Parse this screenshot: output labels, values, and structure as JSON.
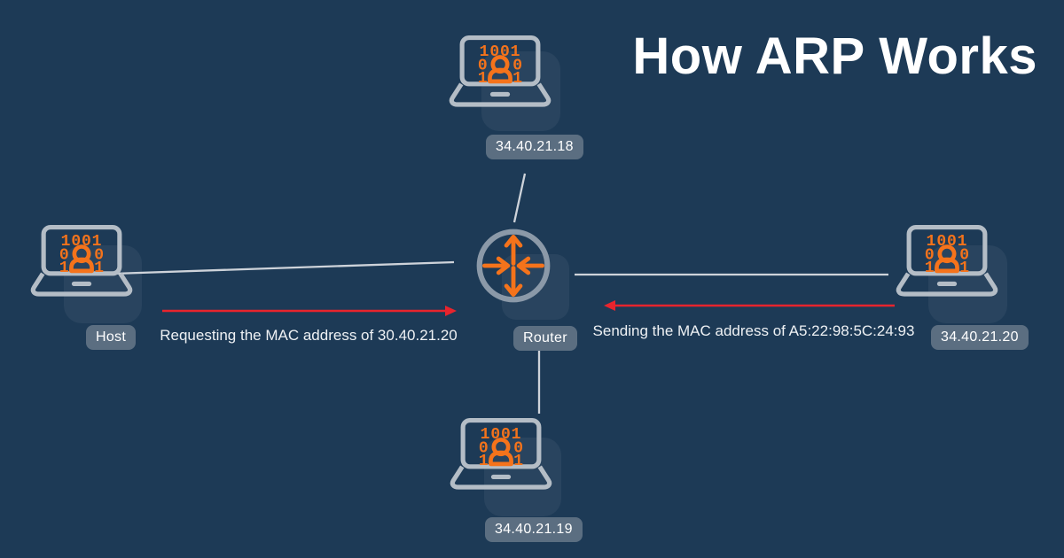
{
  "title": "How ARP Works",
  "colors": {
    "background": "#1d3a56",
    "accent_orange": "#f5731b",
    "arrow_red": "#e8242d",
    "outline_gray": "#b4bdc6",
    "router_gray": "#8b99a8",
    "chip_background": "#5b6e81",
    "text_white": "#ffffff"
  },
  "nodes": {
    "top_computer": {
      "ip": "34.40.21.18"
    },
    "left_computer": {
      "label": "Host"
    },
    "router": {
      "label": "Router"
    },
    "right_computer": {
      "ip": "34.40.21.20"
    },
    "bottom_computer": {
      "ip": "34.40.21.19"
    }
  },
  "messages": {
    "request": {
      "text": "Requesting the MAC address of 30.40.21.20",
      "direction": "left-to-right"
    },
    "reply": {
      "text": "Sending the MAC address of A5:22:98:5C:24:93",
      "direction": "right-to-left"
    }
  },
  "computer_icon": {
    "code_row_top": "1001",
    "code_row_mid_left": "0",
    "code_row_mid_right": "0",
    "code_row_bottom_left": "1",
    "code_row_bottom_right": "1"
  }
}
